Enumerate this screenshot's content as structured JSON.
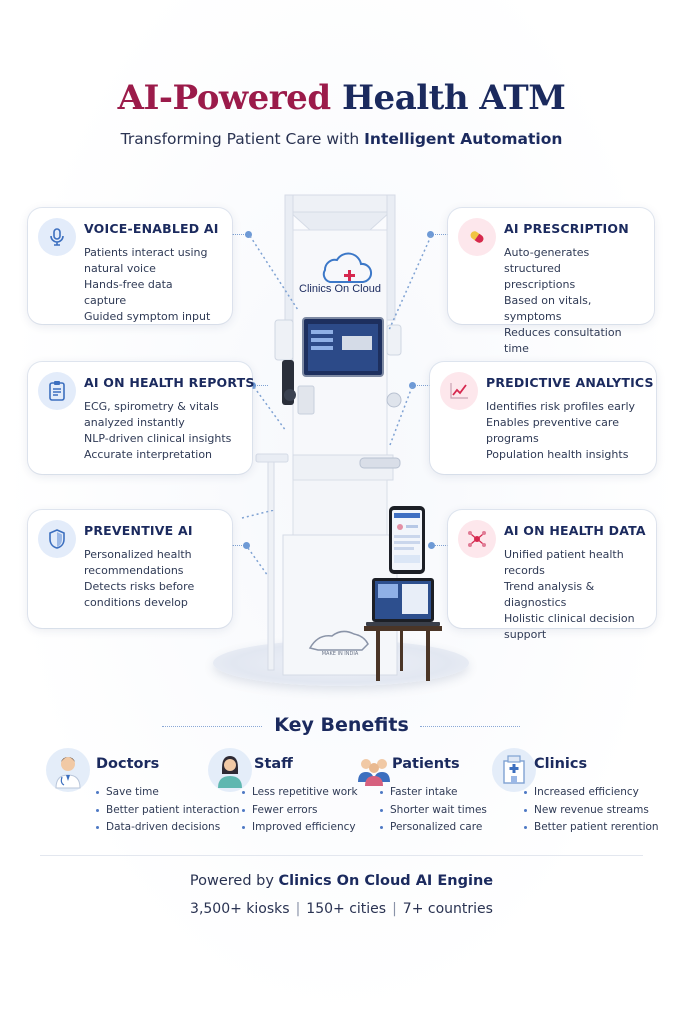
{
  "header": {
    "title_part1": "AI-Powered",
    "title_part2": "Health ATM",
    "subtitle_part1": "Transforming Patient Care with",
    "subtitle_part2": "Intelligent Automation"
  },
  "kiosk": {
    "brand": "Clinics On Cloud",
    "base_label": "MAKE IN INDIA"
  },
  "features": {
    "voice": {
      "title": "VOICE-ENABLED AI",
      "icon": "microphone-icon",
      "lines": [
        "Patients interact using",
        "natural voice",
        "Hands-free data capture",
        "Guided symptom input"
      ]
    },
    "prescription": {
      "title": "AI PRESCRIPTION",
      "icon": "capsule-icon",
      "lines": [
        "Auto-generates structured",
        "prescriptions",
        "Based on vitals, symptoms",
        "Reduces consultation time"
      ]
    },
    "reports": {
      "title": "AI ON HEALTH REPORTS",
      "icon": "clipboard-icon",
      "lines": [
        "ECG, spirometry & vitals",
        "analyzed instantly",
        "NLP-driven clinical insights",
        "Accurate interpretation"
      ]
    },
    "predictive": {
      "title": "PREDICTIVE ANALYTICS",
      "icon": "trend-chart-icon",
      "lines": [
        "Identifies risk profiles early",
        "Enables preventive care programs",
        "Population health insights"
      ]
    },
    "preventive": {
      "title": "PREVENTIVE AI",
      "icon": "shield-icon",
      "lines": [
        "Personalized health",
        "recommendations",
        "Detects risks before",
        "conditions develop"
      ]
    },
    "data": {
      "title": "AI ON HEALTH DATA",
      "icon": "network-icon",
      "lines": [
        "Unified patient health records",
        "Trend analysis & diagnostics",
        "Holistic clinical decision",
        "support"
      ]
    }
  },
  "benefits": {
    "title": "Key Benefits",
    "doctors": {
      "title": "Doctors",
      "items": [
        "Save time",
        "Better patient interaction",
        "Data-driven decisions"
      ]
    },
    "staff": {
      "title": "Staff",
      "items": [
        "Less repetitive work",
        "Fewer errors",
        "Improved efficiency"
      ]
    },
    "patients": {
      "title": "Patients",
      "items": [
        "Faster intake",
        "Shorter wait times",
        "Personalized care"
      ]
    },
    "clinics": {
      "title": "Clinics",
      "items": [
        "Increased efficiency",
        "New revenue streams",
        "Better patient rerention"
      ]
    }
  },
  "footer": {
    "powered_prefix": "Powered by",
    "powered_name": "Clinics On Cloud AI Engine",
    "stat1": "3,500+ kiosks",
    "stat2": "150+ cities",
    "stat3": "7+ countries",
    "separator": "|"
  },
  "colors": {
    "title_accent": "#9b1b4a",
    "navy": "#1b2a5e",
    "connector": "#7fa2d3"
  }
}
